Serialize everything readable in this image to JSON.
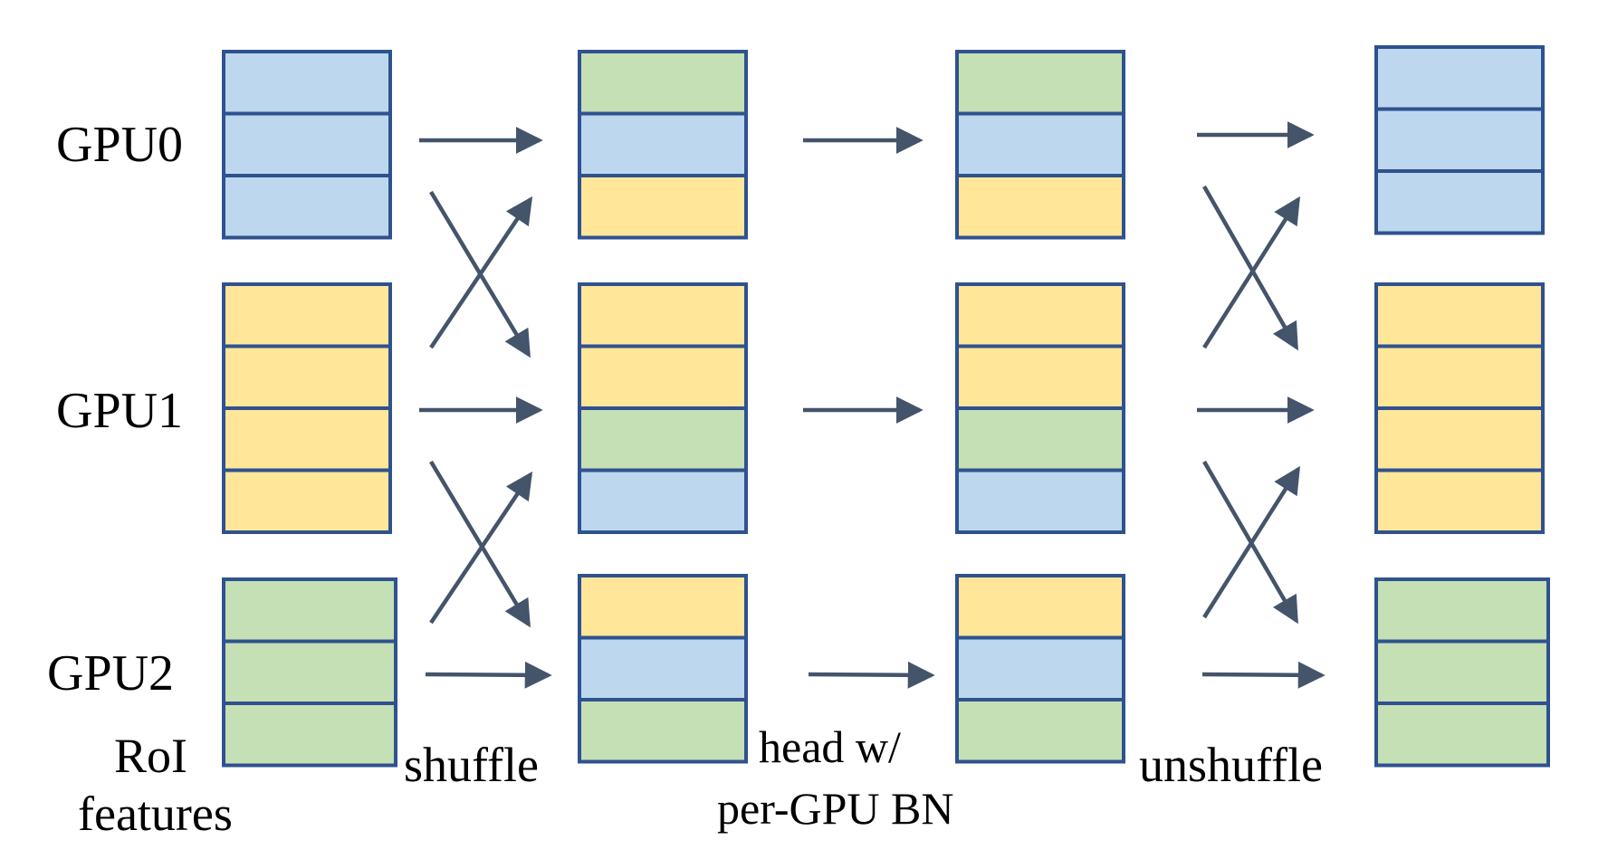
{
  "colors": {
    "blue": "#bdd7ee",
    "yellow": "#ffe699",
    "green": "#c5e0b4",
    "border": "#2f528f",
    "arrow": "#44546a"
  },
  "labels": {
    "gpu0": "GPU0",
    "gpu1": "GPU1",
    "gpu2": "GPU2",
    "roi_line1": "RoI",
    "roi_line2": "features",
    "shuffle": "shuffle",
    "head_line1": "head w/",
    "head_line2": "per-GPU BN",
    "unshuffle": "unshuffle"
  },
  "stages": [
    {
      "name": "roi-features",
      "gpus": [
        [
          "blue",
          "blue",
          "blue"
        ],
        [
          "yellow",
          "yellow",
          "yellow",
          "yellow"
        ],
        [
          "green",
          "green",
          "green"
        ]
      ]
    },
    {
      "name": "shuffled",
      "gpus": [
        [
          "green",
          "blue",
          "yellow"
        ],
        [
          "yellow",
          "yellow",
          "green",
          "blue"
        ],
        [
          "yellow",
          "blue",
          "green"
        ]
      ]
    },
    {
      "name": "head-output",
      "gpus": [
        [
          "green",
          "blue",
          "yellow"
        ],
        [
          "yellow",
          "yellow",
          "green",
          "blue"
        ],
        [
          "yellow",
          "blue",
          "green"
        ]
      ]
    },
    {
      "name": "unshuffled",
      "gpus": [
        [
          "blue",
          "blue",
          "blue"
        ],
        [
          "yellow",
          "yellow",
          "yellow",
          "yellow"
        ],
        [
          "green",
          "green",
          "green"
        ]
      ]
    }
  ]
}
